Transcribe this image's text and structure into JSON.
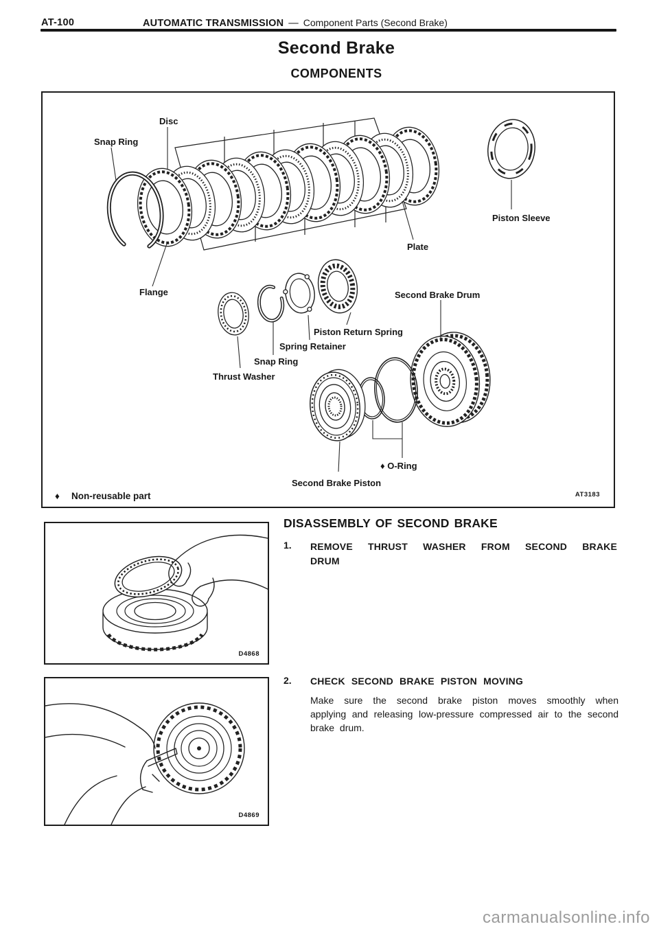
{
  "header": {
    "page_code": "AT-100",
    "section": "AUTOMATIC TRANSMISSION",
    "divider": "—",
    "subsection": "Component Parts (Second Brake)"
  },
  "title": {
    "main": "Second Brake",
    "sub": "COMPONENTS"
  },
  "diagram": {
    "labels": {
      "snap_ring_top": "Snap Ring",
      "disc": "Disc",
      "piston_sleeve": "Piston Sleeve",
      "plate": "Plate",
      "flange": "Flange",
      "second_brake_drum": "Second Brake Drum",
      "piston_return_spring": "Piston Return Spring",
      "spring_retainer": "Spring Retainer",
      "snap_ring_middle": "Snap Ring",
      "thrust_washer": "Thrust Washer",
      "o_ring": "♦ O-Ring",
      "second_brake_piston": "Second Brake Piston"
    },
    "footnote_marker": "♦",
    "footnote_text": "Non-reusable part",
    "figure_code": "AT3183"
  },
  "photos": [
    {
      "code": "D4868"
    },
    {
      "code": "D4869"
    }
  ],
  "instructions": {
    "heading": "DISASSEMBLY OF SECOND BRAKE",
    "steps": [
      {
        "number": "1.",
        "title": "REMOVE THRUST WASHER FROM SECOND BRAKE DRUM"
      },
      {
        "number": "2.",
        "title": "CHECK SECOND BRAKE PISTON MOVING",
        "body": "Make sure the second brake piston moves smoothly when applying and releasing low-pressure compressed air to the second brake drum."
      }
    ]
  },
  "watermark": {
    "text": "carmanualsonline.info"
  }
}
